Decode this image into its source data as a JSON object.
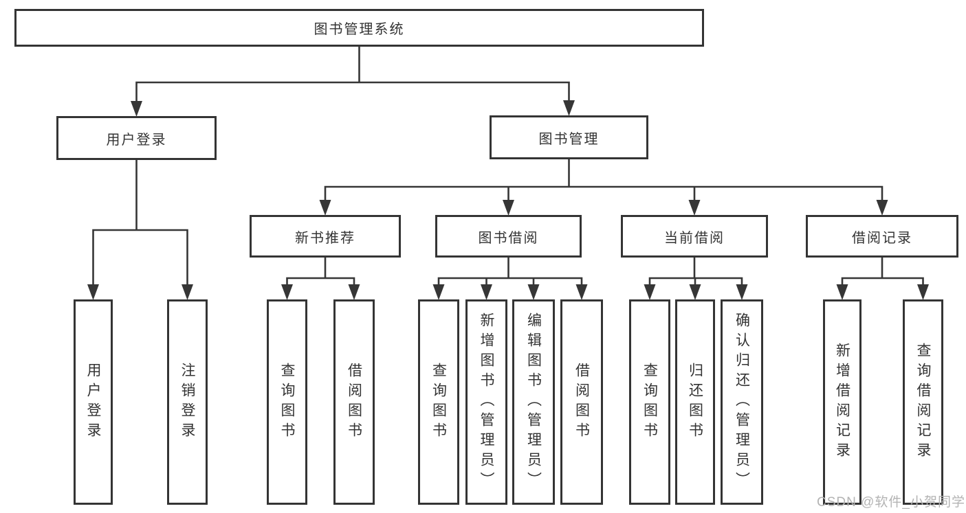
{
  "diagram": {
    "title": "图书管理系统",
    "nodes": [
      {
        "id": "root",
        "label": "图书管理系统"
      },
      {
        "id": "user-login",
        "label": "用户登录"
      },
      {
        "id": "book-mgmt",
        "label": "图书管理"
      },
      {
        "id": "new-book-rec",
        "label": "新书推荐"
      },
      {
        "id": "book-borrow",
        "label": "图书借阅"
      },
      {
        "id": "current-borrow",
        "label": "当前借阅"
      },
      {
        "id": "borrow-record",
        "label": "借阅记录"
      },
      {
        "id": "user-login-op",
        "label": "用户登录"
      },
      {
        "id": "logout-op",
        "label": "注销登录"
      },
      {
        "id": "query-book-1",
        "label": "查询图书"
      },
      {
        "id": "borrow-book-1",
        "label": "借阅图书"
      },
      {
        "id": "query-book-2",
        "label": "查询图书"
      },
      {
        "id": "add-book",
        "label": "新增图书（管理员）"
      },
      {
        "id": "edit-book",
        "label": "编辑图书（管理员）"
      },
      {
        "id": "borrow-book-2",
        "label": "借阅图书"
      },
      {
        "id": "query-book-3",
        "label": "查询图书"
      },
      {
        "id": "return-book",
        "label": "归还图书"
      },
      {
        "id": "confirm-return",
        "label": "确认归还（管理员）"
      },
      {
        "id": "add-borrow-record",
        "label": "新增借阅记录"
      },
      {
        "id": "query-borrow-record",
        "label": "查询借阅记录"
      }
    ],
    "edges": [
      {
        "parent": "root",
        "children": [
          "user-login",
          "book-mgmt"
        ]
      },
      {
        "parent": "user-login",
        "children": [
          "user-login-op",
          "logout-op"
        ]
      },
      {
        "parent": "book-mgmt",
        "children": [
          "new-book-rec",
          "book-borrow",
          "current-borrow",
          "borrow-record"
        ]
      },
      {
        "parent": "new-book-rec",
        "children": [
          "query-book-1",
          "borrow-book-1"
        ]
      },
      {
        "parent": "book-borrow",
        "children": [
          "query-book-2",
          "add-book",
          "edit-book",
          "borrow-book-2"
        ]
      },
      {
        "parent": "current-borrow",
        "children": [
          "query-book-3",
          "return-book",
          "confirm-return"
        ]
      },
      {
        "parent": "borrow-record",
        "children": [
          "add-borrow-record",
          "query-borrow-record"
        ]
      }
    ]
  },
  "watermark": {
    "text": "CSDN @软件_小贺同学",
    "color": "#b3b3b3"
  },
  "colors": {
    "line": "#363636",
    "box_border": "#343434",
    "text": "#333333",
    "background": "#ffffff"
  }
}
